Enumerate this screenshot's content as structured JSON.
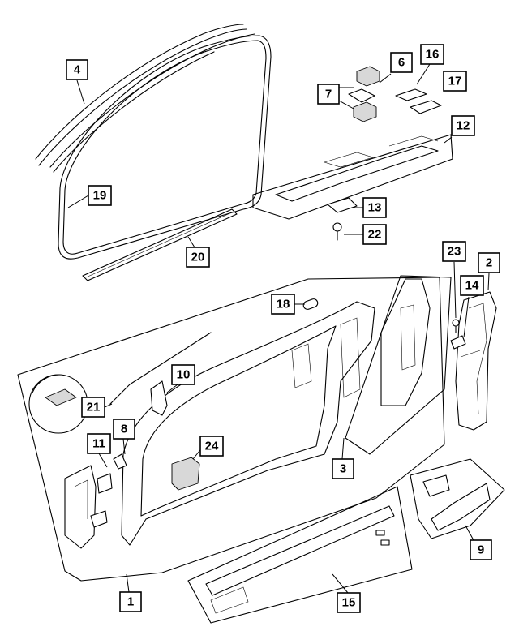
{
  "callouts": [
    {
      "id": "4",
      "label": "4"
    },
    {
      "id": "19",
      "label": "19"
    },
    {
      "id": "20",
      "label": "20"
    },
    {
      "id": "6",
      "label": "6"
    },
    {
      "id": "7",
      "label": "7"
    },
    {
      "id": "16",
      "label": "16"
    },
    {
      "id": "17",
      "label": "17"
    },
    {
      "id": "12",
      "label": "12"
    },
    {
      "id": "13",
      "label": "13"
    },
    {
      "id": "22",
      "label": "22"
    },
    {
      "id": "23",
      "label": "23"
    },
    {
      "id": "2",
      "label": "2"
    },
    {
      "id": "14",
      "label": "14"
    },
    {
      "id": "18",
      "label": "18"
    },
    {
      "id": "10",
      "label": "10"
    },
    {
      "id": "21",
      "label": "21"
    },
    {
      "id": "8",
      "label": "8"
    },
    {
      "id": "11",
      "label": "11"
    },
    {
      "id": "24",
      "label": "24"
    },
    {
      "id": "3",
      "label": "3"
    },
    {
      "id": "9",
      "label": "9"
    },
    {
      "id": "1",
      "label": "1"
    },
    {
      "id": "15",
      "label": "15"
    }
  ],
  "colors": {
    "line": "#000000",
    "background": "#ffffff",
    "shade": "#d8d8d8"
  }
}
